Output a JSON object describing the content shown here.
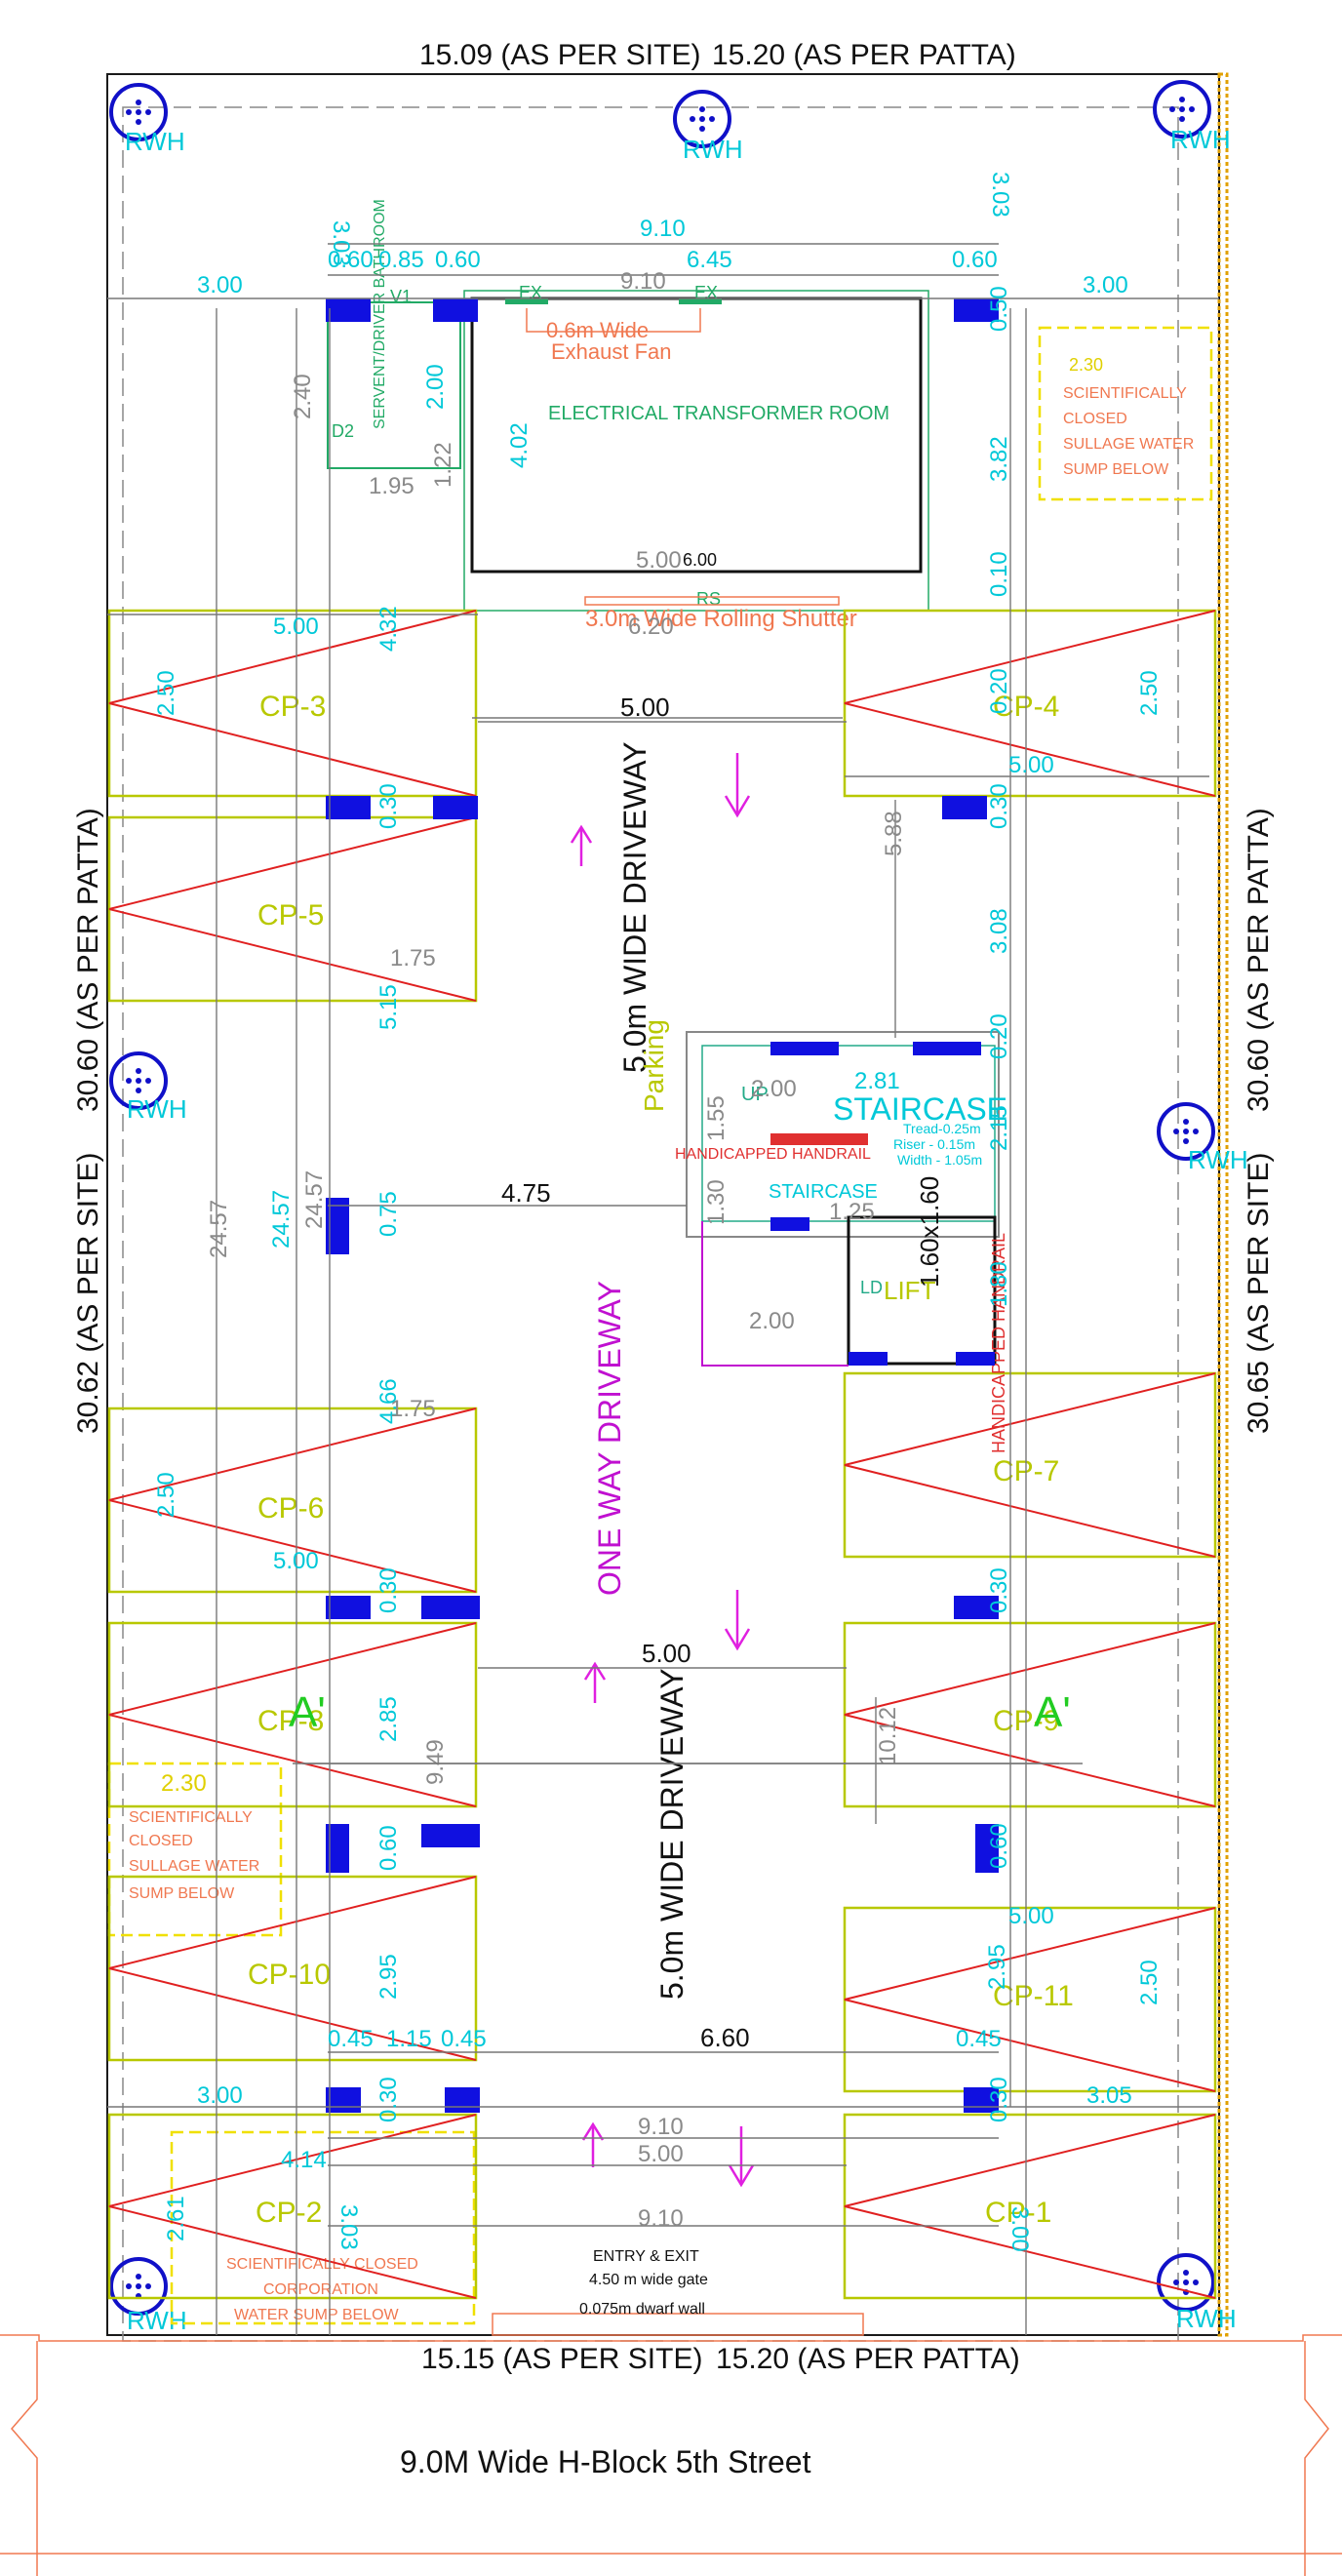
{
  "boundary": {
    "top": "15.09 (AS PER SITE)",
    "top_patta": "15.20 (AS PER PATTA)",
    "bottom": "15.15 (AS PER SITE)",
    "bottom_patta": "15.20 (AS PER PATTA)",
    "left_site": "30.62 (AS PER SITE)",
    "left_patta": "30.60 (AS PER PATTA)",
    "right_site": "30.65 (AS PER SITE)",
    "right_patta": "30.60 (AS PER PATTA)"
  },
  "street": "9.0M Wide H-Block 5th Street",
  "rwh_label": "RWH",
  "transformer": {
    "title": "ELECTRICAL TRANSFORMER ROOM",
    "exhaust": "0.6m Wide",
    "exhaust2": "Exhaust Fan",
    "ex": "EX",
    "shutter": "3.0m Wide Rolling Shutter",
    "rs": "RS",
    "toilet": "SERVENT/DRIVER BATHROOM",
    "d2": "D2",
    "v1": "V1"
  },
  "sumps": {
    "right": [
      "2.30",
      "SCIENTIFICALLY",
      "CLOSED",
      "SULLAGE WATER",
      "SUMP BELOW"
    ],
    "left": [
      "2.30",
      "SCIENTIFICALLY",
      "CLOSED",
      "SULLAGE WATER",
      "SUMP BELOW"
    ],
    "bottom": [
      "SCIENTIFICALLY CLOSED",
      "CORPORATION",
      "WATER SUMP BELOW"
    ]
  },
  "driveway": {
    "upper": "5.0m WIDE DRIVEWAY",
    "lower": "5.0m WIDE DRIVEWAY",
    "oneway": "ONE WAY DRIVEWAY",
    "parking": "Parking"
  },
  "stair": {
    "title": "STAIRCASE",
    "title2": "STAIRCASE",
    "handrail": "HANDICAPPED HANDRAIL",
    "handrail2": "HANDICAPPED HANDRAIL",
    "tread": "Tread-0.25m",
    "riser": "Riser - 0.15m",
    "width": "Width - 1.05m",
    "up": "UP",
    "lift": "LIFT",
    "lift_size": "1.60x1.60",
    "ld": "LD"
  },
  "entry": {
    "line1": "ENTRY & EXIT",
    "line2": "4.50 m wide gate",
    "line3": "0.075m dwarf wall"
  },
  "parking": [
    "CP-1",
    "CP-2",
    "CP-3",
    "CP-4",
    "CP-5",
    "CP-6",
    "CP-7",
    "CP-8",
    "CP-9",
    "CP-10",
    "CP-11"
  ],
  "section_mark": "A'",
  "dims": {
    "d910": "9.10",
    "d060": "0.60",
    "d085": "0.85",
    "d645": "6.45",
    "d300": "3.00",
    "d303": "3.03",
    "d240": "2.40",
    "d200": "2.00",
    "d195": "1.95",
    "d402": "4.02",
    "d500": "5.00",
    "d600": "6.00",
    "d620": "6.20",
    "d382": "3.82",
    "d250": "2.50",
    "d432": "4.32",
    "d030": "0.30",
    "d588": "5.88",
    "d308": "3.08",
    "d175": "1.75",
    "d515": "5.15",
    "d2457": "24.57",
    "d475": "4.75",
    "d075": "0.75",
    "d466": "4.66",
    "d285": "2.85",
    "d949": "9.49",
    "d1012": "10.12",
    "d295": "2.95",
    "d660": "6.60",
    "d045": "0.45",
    "d115": "1.15",
    "d305": "3.05",
    "d414": "4.14",
    "d261": "2.61",
    "d020": "0.20",
    "d215": "2.15",
    "d180": "1.80",
    "d010": "0.10",
    "d155": "1.55",
    "d130": "1.30",
    "d122": "1.22",
    "d050": "0.50",
    "d281": "2.81",
    "d125": "1.25"
  }
}
